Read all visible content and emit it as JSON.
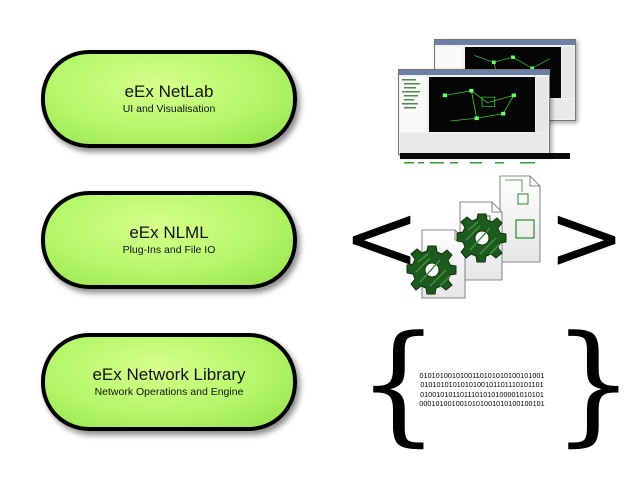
{
  "layers": [
    {
      "title": "eEx NetLab",
      "subtitle": "UI and Visualisation"
    },
    {
      "title": "eEx NLML",
      "subtitle": "Plug-Ins and File IO"
    },
    {
      "title": "eEx Network Library",
      "subtitle": "Network Operations and Engine"
    }
  ],
  "symbols": {
    "lt": "<",
    "gt": ">",
    "lbrace": "{",
    "rbrace": "}"
  },
  "binary_lines": [
    "0101010010100110101010100101001",
    "0101010101010100101101110101101",
    "0100101011011101010100001010101",
    "0001010010010101001010100100101"
  ],
  "colors": {
    "pill_fill": "#b4f76a",
    "pill_border": "#000000",
    "gear_green": "#1e5a1e",
    "gear_stroke": "#0d2e0d"
  }
}
